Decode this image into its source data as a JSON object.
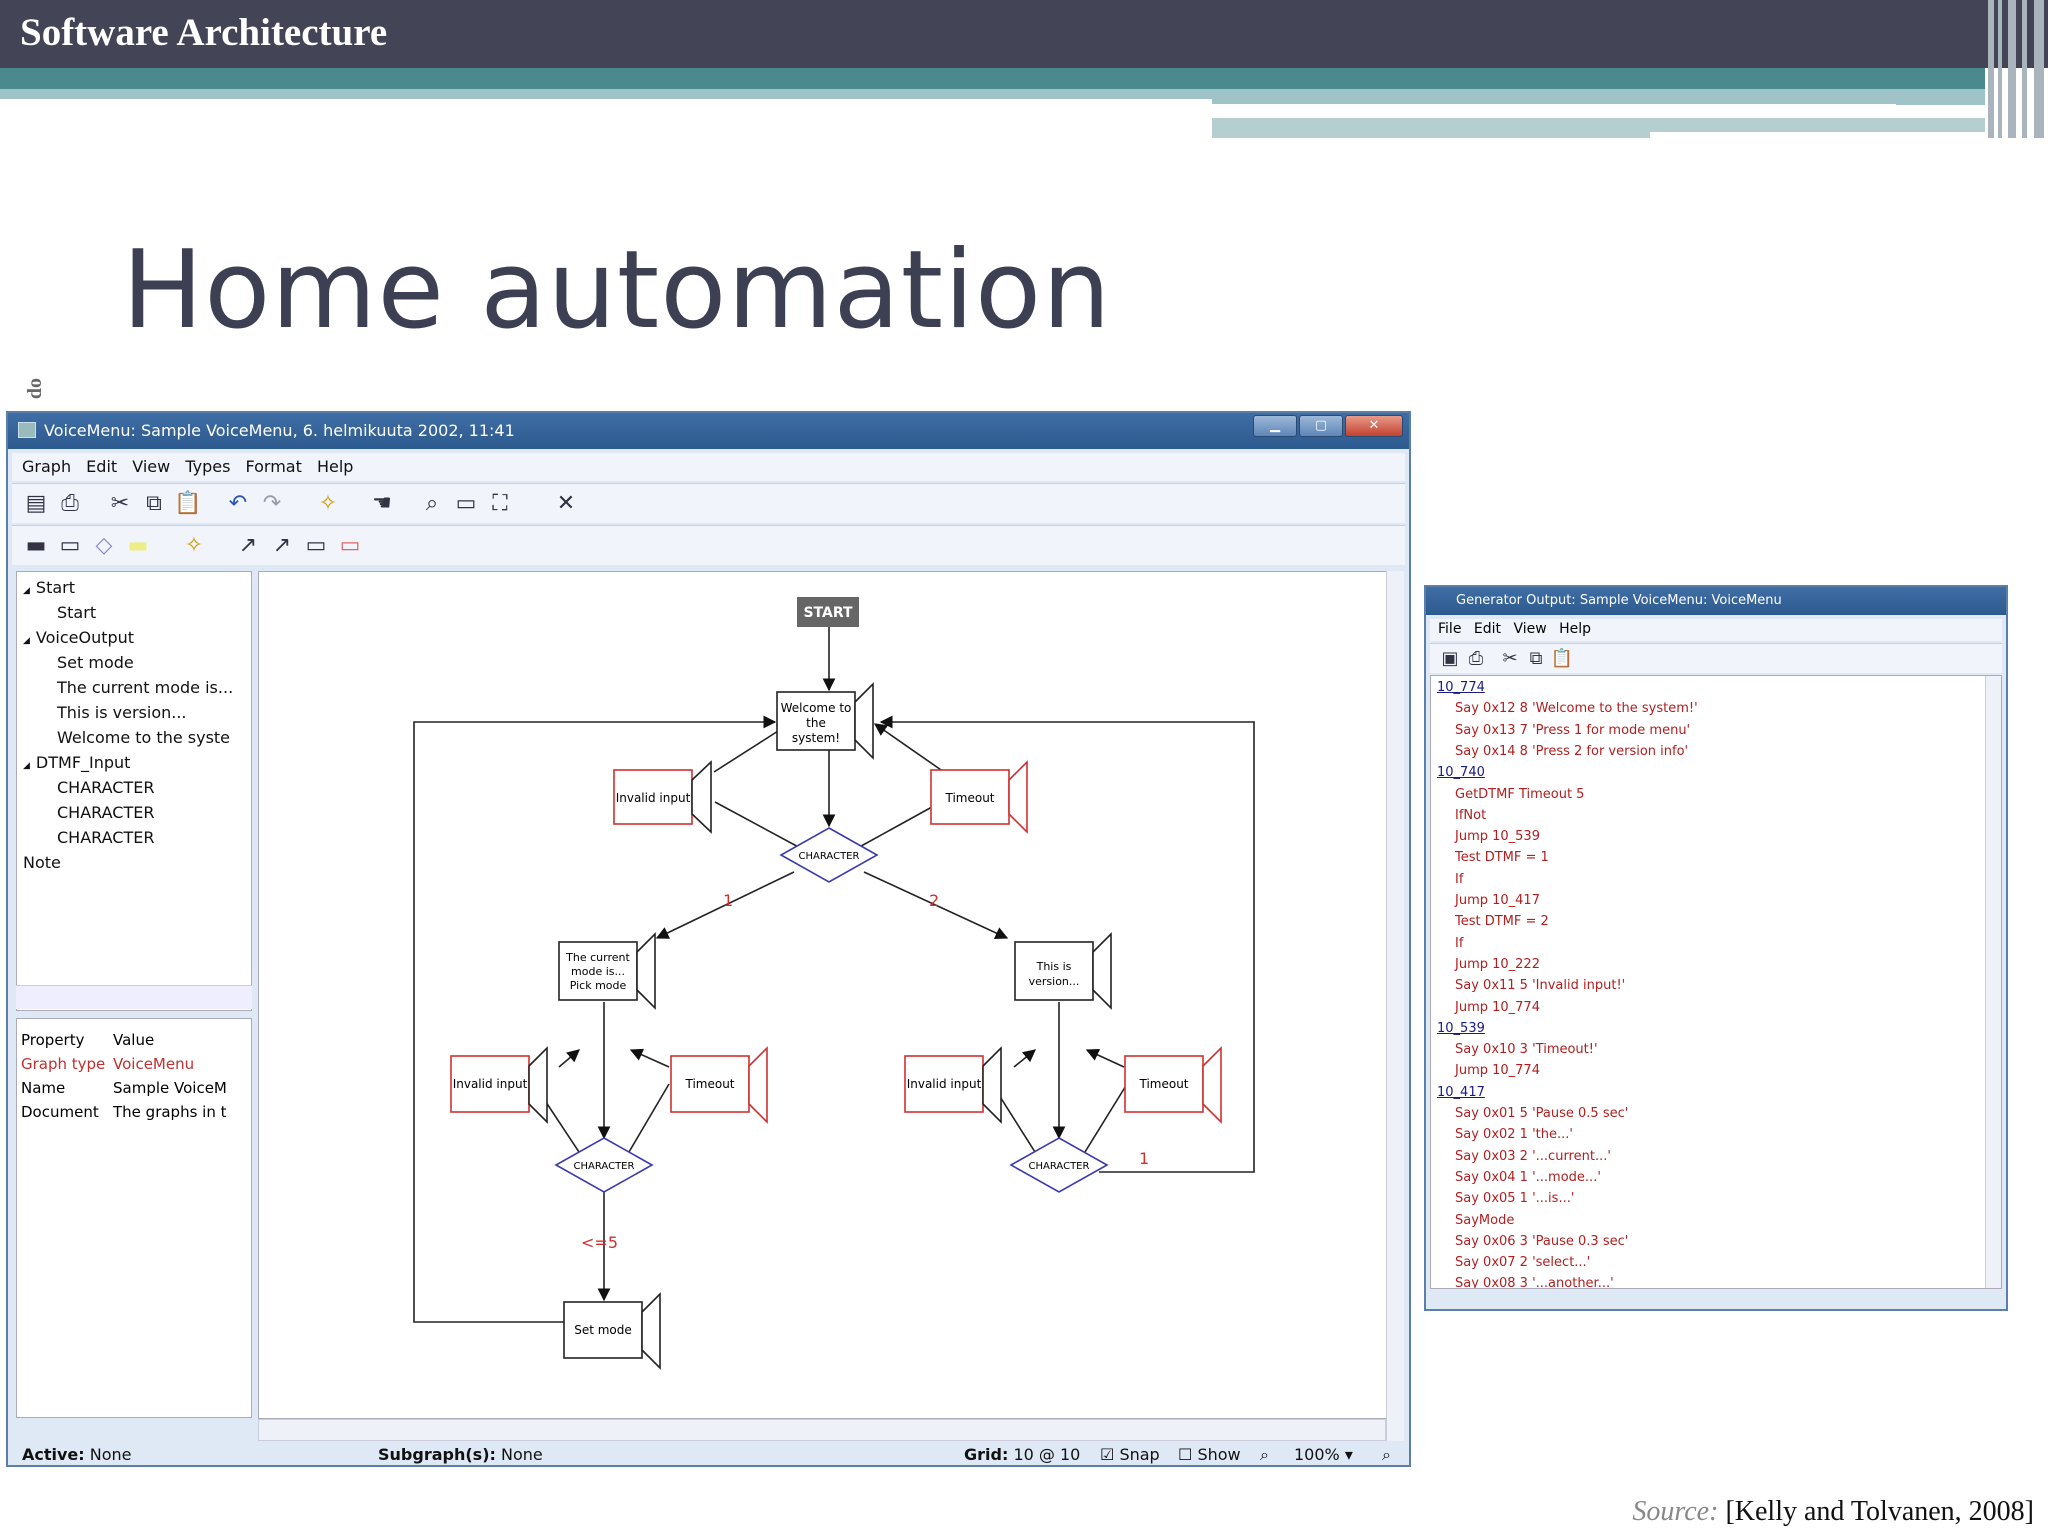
{
  "header": {
    "title": "Software Architecture"
  },
  "slide": {
    "title": "Home automation",
    "side_text": "do",
    "source_label": "Source:",
    "source_ref": "[Kelly and Tolvanen, 2008]"
  },
  "main_window": {
    "title": "VoiceMenu: Sample VoiceMenu, 6. helmikuuta 2002, 11:41",
    "menu": [
      "Graph",
      "Edit",
      "View",
      "Types",
      "Format",
      "Help"
    ],
    "tree": [
      {
        "label": "Start",
        "level": 0,
        "expander": "◢"
      },
      {
        "label": "Start",
        "level": 1
      },
      {
        "label": "VoiceOutput",
        "level": 0,
        "expander": "◢"
      },
      {
        "label": "Set mode",
        "level": 1
      },
      {
        "label": "The current mode is...",
        "level": 1
      },
      {
        "label": "This is version...",
        "level": 1
      },
      {
        "label": "Welcome to the syste",
        "level": 1
      },
      {
        "label": "DTMF_Input",
        "level": 0,
        "expander": "◢"
      },
      {
        "label": "CHARACTER",
        "level": 1
      },
      {
        "label": "CHARACTER",
        "level": 1
      },
      {
        "label": "CHARACTER",
        "level": 1
      },
      {
        "label": "Note",
        "level": 0
      }
    ],
    "properties": {
      "header": [
        "Property",
        "Value"
      ],
      "rows": [
        [
          "Graph type",
          "VoiceMenu"
        ],
        [
          "Name",
          "Sample VoiceM"
        ],
        [
          "Document",
          "The graphs in t"
        ]
      ]
    },
    "status": {
      "active_label": "Active:",
      "active_value": "None",
      "subgraph_label": "Subgraph(s):",
      "subgraph_value": "None",
      "grid_label": "Grid:",
      "grid_value": "10 @ 10",
      "snap_label": "Snap",
      "show_label": "Show",
      "zoom": "100%"
    },
    "diagram": {
      "start": "START",
      "welcome": [
        "Welcome to",
        "the",
        "system!"
      ],
      "invalid_input": "Invalid input",
      "timeout": "Timeout",
      "character": "CHARACTER",
      "current_mode": [
        "The current",
        "mode is...",
        "Pick mode"
      ],
      "version": [
        "This is",
        "version..."
      ],
      "set_mode": "Set mode",
      "edge_1": "1",
      "edge_2": "2",
      "edge_lt5": "<=5"
    }
  },
  "generator_window": {
    "title": "Generator Output: Sample VoiceMenu: VoiceMenu",
    "menu": [
      "File",
      "Edit",
      "View",
      "Help"
    ],
    "lines": [
      {
        "indent": 0,
        "text": "10_774"
      },
      {
        "indent": 1,
        "text": "Say  0x12  8   'Welcome to the system!'"
      },
      {
        "indent": 1,
        "text": "Say  0x13  7   'Press 1 for mode menu'"
      },
      {
        "indent": 1,
        "text": "Say  0x14  8   'Press 2 for version info'"
      },
      {
        "indent": 0,
        "text": "10_740"
      },
      {
        "indent": 1,
        "text": "GetDTMF Timeout 5"
      },
      {
        "indent": 1,
        "text": "IfNot"
      },
      {
        "indent": 1,
        "text": "Jump 10_539"
      },
      {
        "indent": 1,
        "text": "Test DTMF = 1"
      },
      {
        "indent": 1,
        "text": "If"
      },
      {
        "indent": 1,
        "text": "Jump 10_417"
      },
      {
        "indent": 1,
        "text": "Test DTMF = 2"
      },
      {
        "indent": 1,
        "text": "If"
      },
      {
        "indent": 1,
        "text": "Jump 10_222"
      },
      {
        "indent": 1,
        "text": "Say  0x11  5   'Invalid input!'"
      },
      {
        "indent": 1,
        "text": "Jump 10_774"
      },
      {
        "indent": 0,
        "text": "10_539"
      },
      {
        "indent": 1,
        "text": "Say  0x10  3   'Timeout!'"
      },
      {
        "indent": 1,
        "text": "Jump 10_774"
      },
      {
        "indent": 0,
        "text": "10_417"
      },
      {
        "indent": 1,
        "text": "Say  0x01  5   'Pause 0.5 sec'"
      },
      {
        "indent": 1,
        "text": "Say  0x02  1   'the...'"
      },
      {
        "indent": 1,
        "text": "Say  0x03  2   '...current...'"
      },
      {
        "indent": 1,
        "text": "Say  0x04  1   '...mode...'"
      },
      {
        "indent": 1,
        "text": "Say  0x05  1   '...is...'"
      },
      {
        "indent": 1,
        "text": "SayMode"
      },
      {
        "indent": 1,
        "text": "Say  0x06  3   'Pause 0.3 sec'"
      },
      {
        "indent": 1,
        "text": "Say  0x07  2   'select...'"
      },
      {
        "indent": 1,
        "text": "Say  0x08  3   '...another...'"
      }
    ]
  },
  "colors": {
    "header_bg": "#434456",
    "accent": "#4a8a8f",
    "title_text": "#3d3f52",
    "diagram_red": "#d03030",
    "diagram_blue": "#3a3ab0"
  }
}
